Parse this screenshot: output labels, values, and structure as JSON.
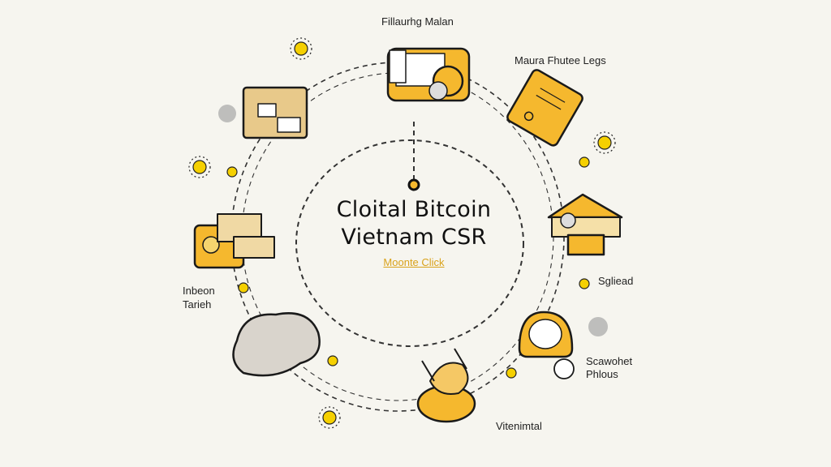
{
  "title": {
    "line1": "Cloital Bitcoin",
    "line2": "Vietnam CSR"
  },
  "subtitle_link": "Moonte Click",
  "labels": {
    "top": "Fillaurhg Malan",
    "top_right": "Maura Fhutee Legs",
    "left": [
      "Inbeon",
      "Tarieh"
    ],
    "right": "Sgliead",
    "bottom_right": [
      "Scawohet",
      "Phlous"
    ],
    "bottom": "Vitenimtal"
  },
  "colors": {
    "background": "#f6f5ef",
    "accent": "#f5b82e",
    "ink": "#1a1a1a",
    "link": "#d9a21b"
  }
}
